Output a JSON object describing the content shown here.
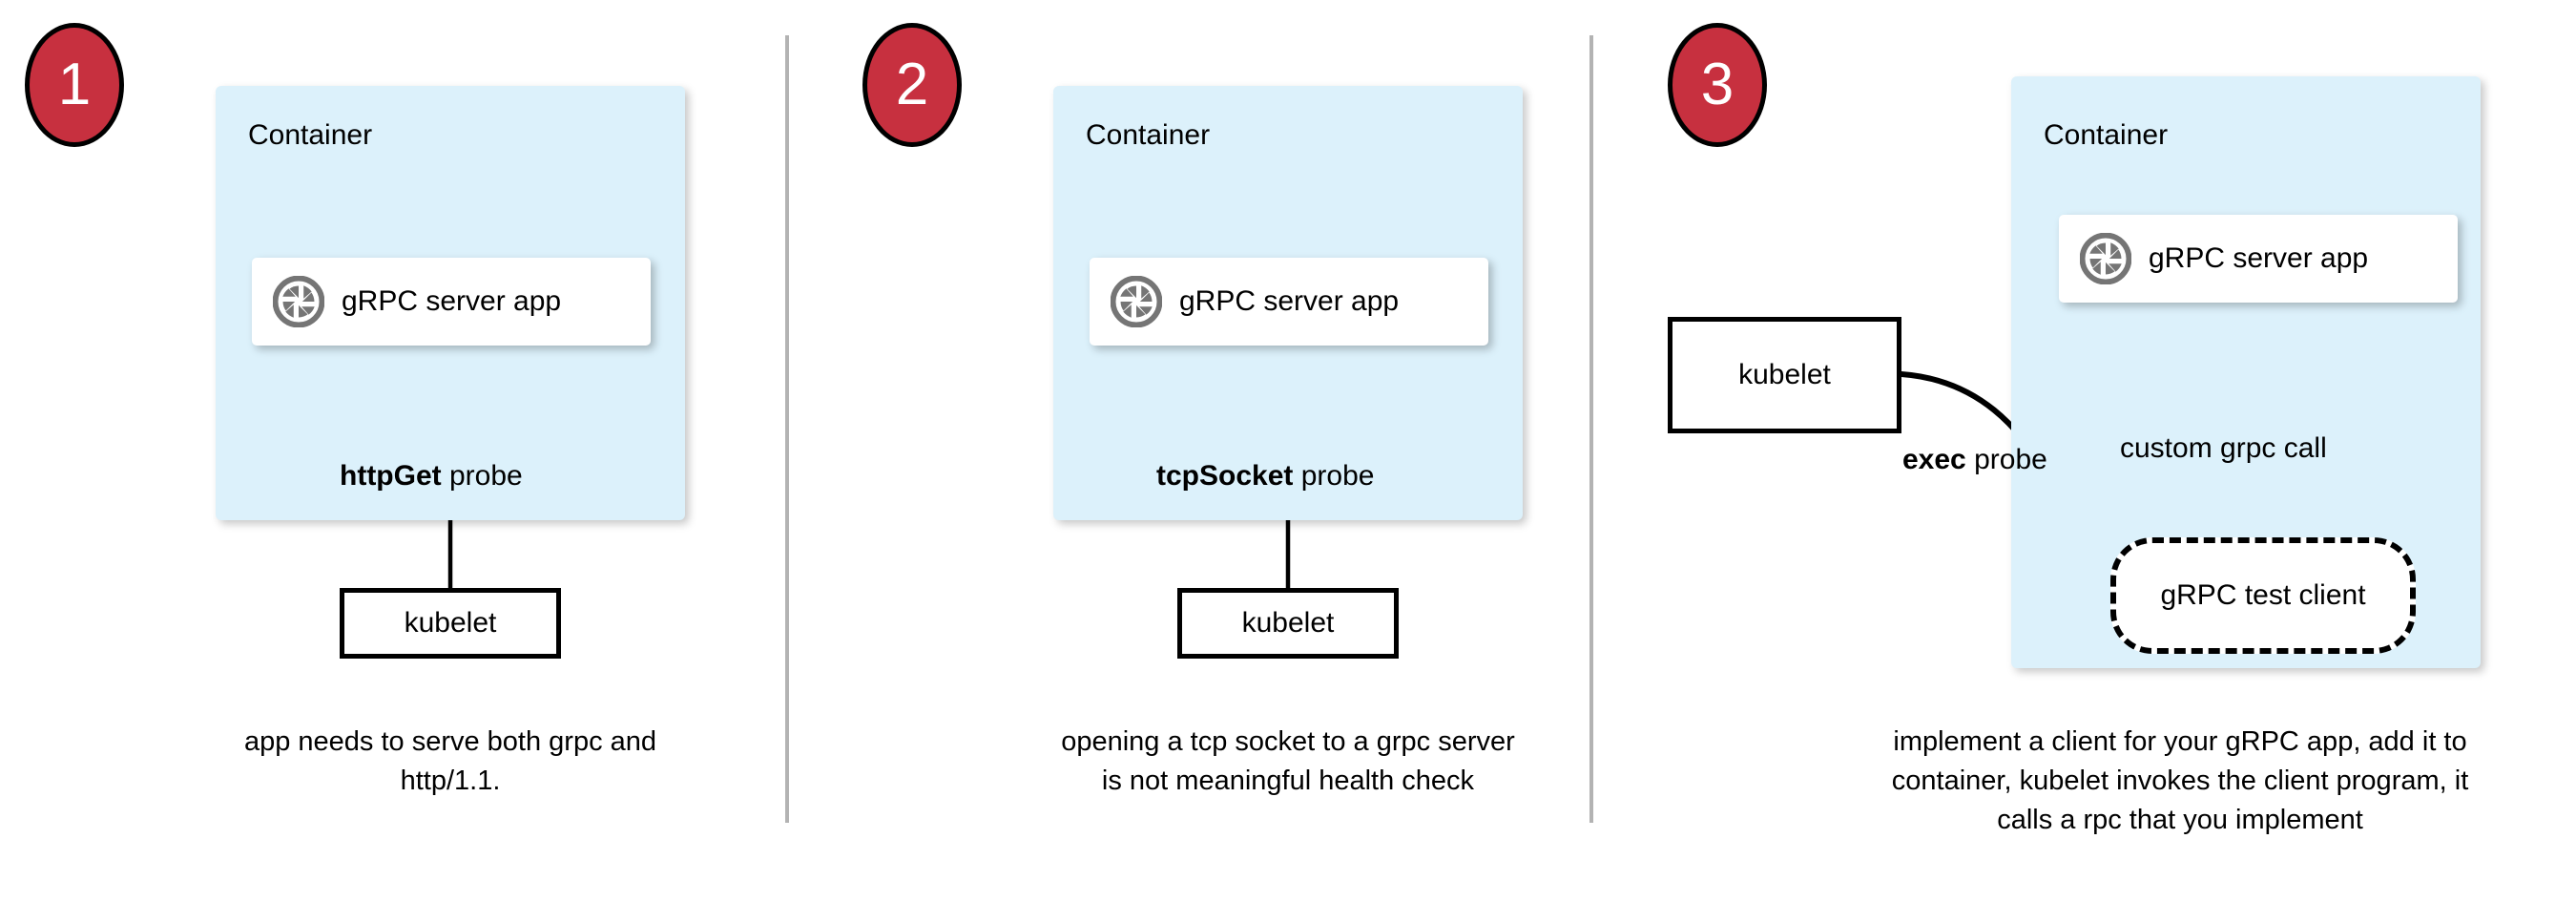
{
  "diagram": {
    "title_alt": "gRPC health probe approaches in Kubernetes",
    "colors": {
      "badge_fill": "#c7303f",
      "badge_stroke": "#000000",
      "badge_text": "#ffffff",
      "container_fill": "#dcf1fb",
      "icon_gray": "#757575",
      "divider": "#b3b3b3",
      "stroke": "#000000",
      "box_fill": "#ffffff"
    },
    "panels": [
      {
        "number": "1",
        "container_label": "Container",
        "app_label": "gRPC server app",
        "app_icon": "grpc-aperture-icon",
        "probe_label_bold": "httpGet",
        "probe_label_rest": " probe",
        "kubelet_label": "kubelet",
        "caption": "app needs to serve both grpc and http/1.1."
      },
      {
        "number": "2",
        "container_label": "Container",
        "app_label": "gRPC server app",
        "app_icon": "grpc-aperture-icon",
        "probe_label_bold": "tcpSocket",
        "probe_label_rest": " probe",
        "kubelet_label": "kubelet",
        "caption": "opening a tcp socket to a grpc server is not meaningful health check"
      },
      {
        "number": "3",
        "container_label": "Container",
        "app_label": "gRPC server app",
        "app_icon": "grpc-aperture-icon",
        "probe_label_bold": "exec",
        "probe_label_rest": " probe",
        "kubelet_label": "kubelet",
        "client_label": "gRPC test client",
        "call_label": "custom grpc call",
        "caption": "implement a client for your gRPC app, add it to container, kubelet invokes the client program, it calls a rpc that you implement"
      }
    ]
  }
}
